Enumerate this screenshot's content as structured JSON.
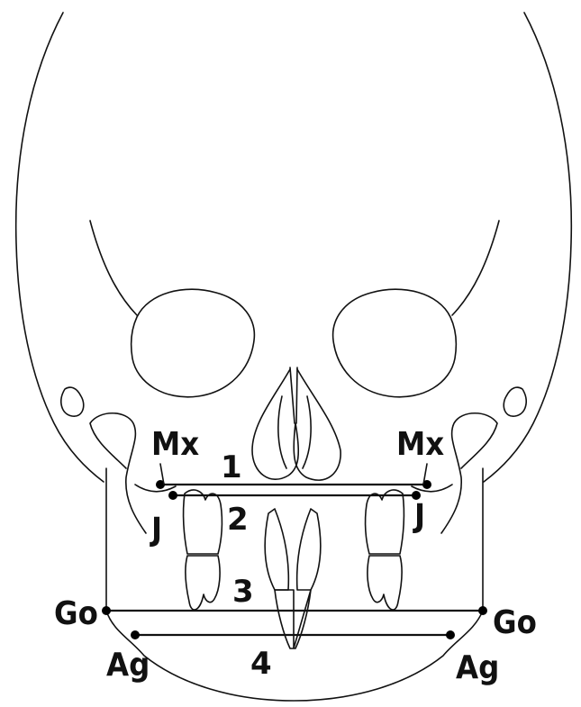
{
  "landmarks": {
    "mx_left": "Mx",
    "mx_right": "Mx",
    "j_left": "J",
    "j_right": "J",
    "go_left": "Go",
    "go_right": "Go",
    "ag_left": "Ag",
    "ag_right": "Ag"
  },
  "measurements": {
    "line_1": "1",
    "line_2": "2",
    "line_3": "3",
    "line_4": "4"
  }
}
